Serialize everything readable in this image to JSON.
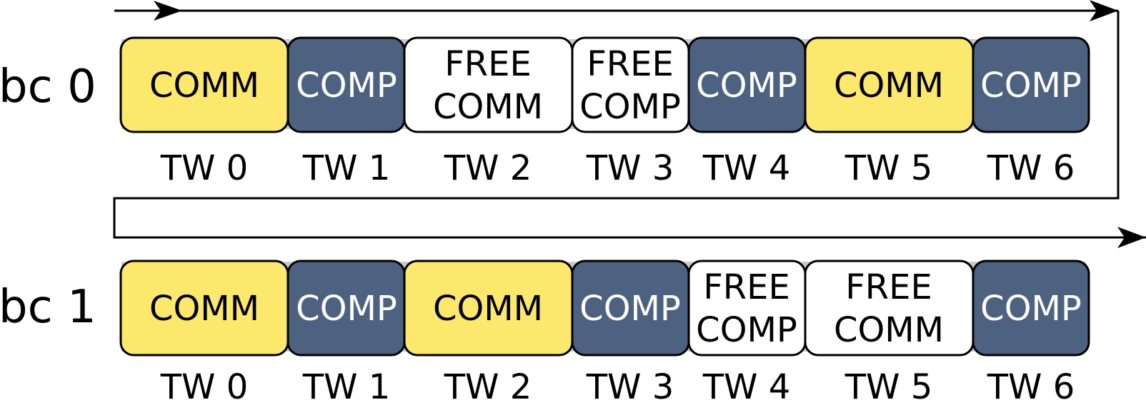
{
  "colors": {
    "comm": "#fbe86d",
    "comp": "#4d6181",
    "free": "#ffffff",
    "strip": "#c9c9c9",
    "border": "#000000",
    "comp_text": "#ffffff",
    "light_text": "#000000"
  },
  "rows": [
    {
      "label": "bc 0",
      "slots": [
        {
          "kind": "comm",
          "lines": [
            "COMM"
          ],
          "tw": "TW 0"
        },
        {
          "kind": "comp",
          "lines": [
            "COMP"
          ],
          "tw": "TW 1"
        },
        {
          "kind": "free",
          "lines": [
            "FREE",
            "COMM"
          ],
          "tw": "TW 2"
        },
        {
          "kind": "free",
          "lines": [
            "FREE",
            "COMP"
          ],
          "tw": "TW 3"
        },
        {
          "kind": "comp",
          "lines": [
            "COMP"
          ],
          "tw": "TW 4"
        },
        {
          "kind": "comm",
          "lines": [
            "COMM"
          ],
          "tw": "TW 5"
        },
        {
          "kind": "comp",
          "lines": [
            "COMP"
          ],
          "tw": "TW 6"
        }
      ]
    },
    {
      "label": "bc 1",
      "slots": [
        {
          "kind": "comm",
          "lines": [
            "COMM"
          ],
          "tw": "TW 0"
        },
        {
          "kind": "comp",
          "lines": [
            "COMP"
          ],
          "tw": "TW 1"
        },
        {
          "kind": "comm",
          "lines": [
            "COMM"
          ],
          "tw": "TW 2"
        },
        {
          "kind": "comp",
          "lines": [
            "COMP"
          ],
          "tw": "TW 3"
        },
        {
          "kind": "free",
          "lines": [
            "FREE",
            "COMP"
          ],
          "tw": "TW 4"
        },
        {
          "kind": "free",
          "lines": [
            "FREE",
            "COMM"
          ],
          "tw": "TW 5"
        },
        {
          "kind": "comp",
          "lines": [
            "COMP"
          ],
          "tw": "TW 6"
        }
      ]
    }
  ]
}
